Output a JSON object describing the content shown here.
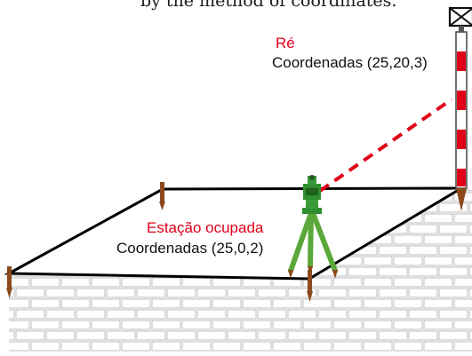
{
  "top_caption": "by the method of coordinates.",
  "backsight": {
    "name": "Ré",
    "coords": "Coordenadas (25,20,3)"
  },
  "station": {
    "name": "Estação ocupada",
    "coords": "Coordenadas (25,0,2)"
  },
  "colors": {
    "accent_red": "#e0001a",
    "text": "#111111",
    "line": "#000000",
    "stake": "#8b4a1c",
    "instrument": "#2f8f2f",
    "tripod": "#5aa83a",
    "brick": "#c8c8c8"
  },
  "icons": {
    "prism": "prism-target-icon",
    "pole": "striped-ranging-pole",
    "total_station": "total-station-icon",
    "stake": "survey-stake-icon"
  }
}
